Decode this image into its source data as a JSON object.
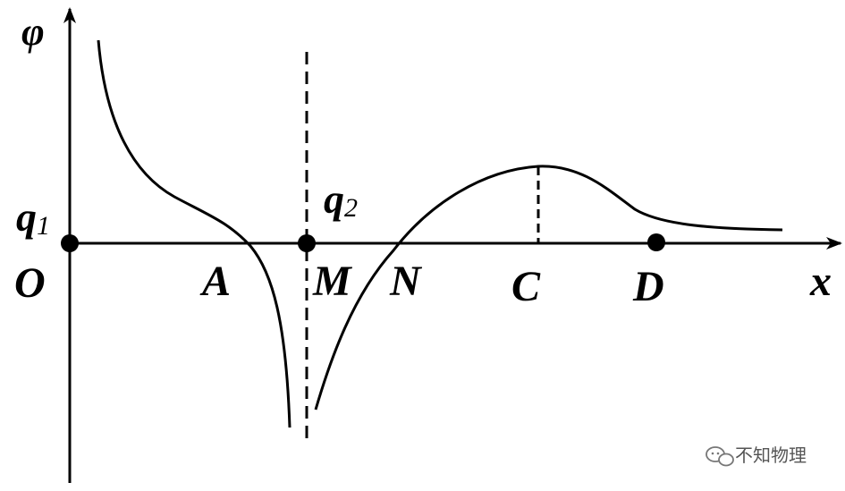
{
  "axes": {
    "y_label": "φ",
    "x_label": "x"
  },
  "points": {
    "origin": "O",
    "A": "A",
    "M": "M",
    "N": "N",
    "C": "C",
    "D": "D"
  },
  "charges": {
    "q1": {
      "symbol": "q",
      "subscript": "1"
    },
    "q2": {
      "symbol": "q",
      "subscript": "2"
    }
  },
  "watermark": {
    "icon": "wechat-icon",
    "text": "不知物理"
  }
}
